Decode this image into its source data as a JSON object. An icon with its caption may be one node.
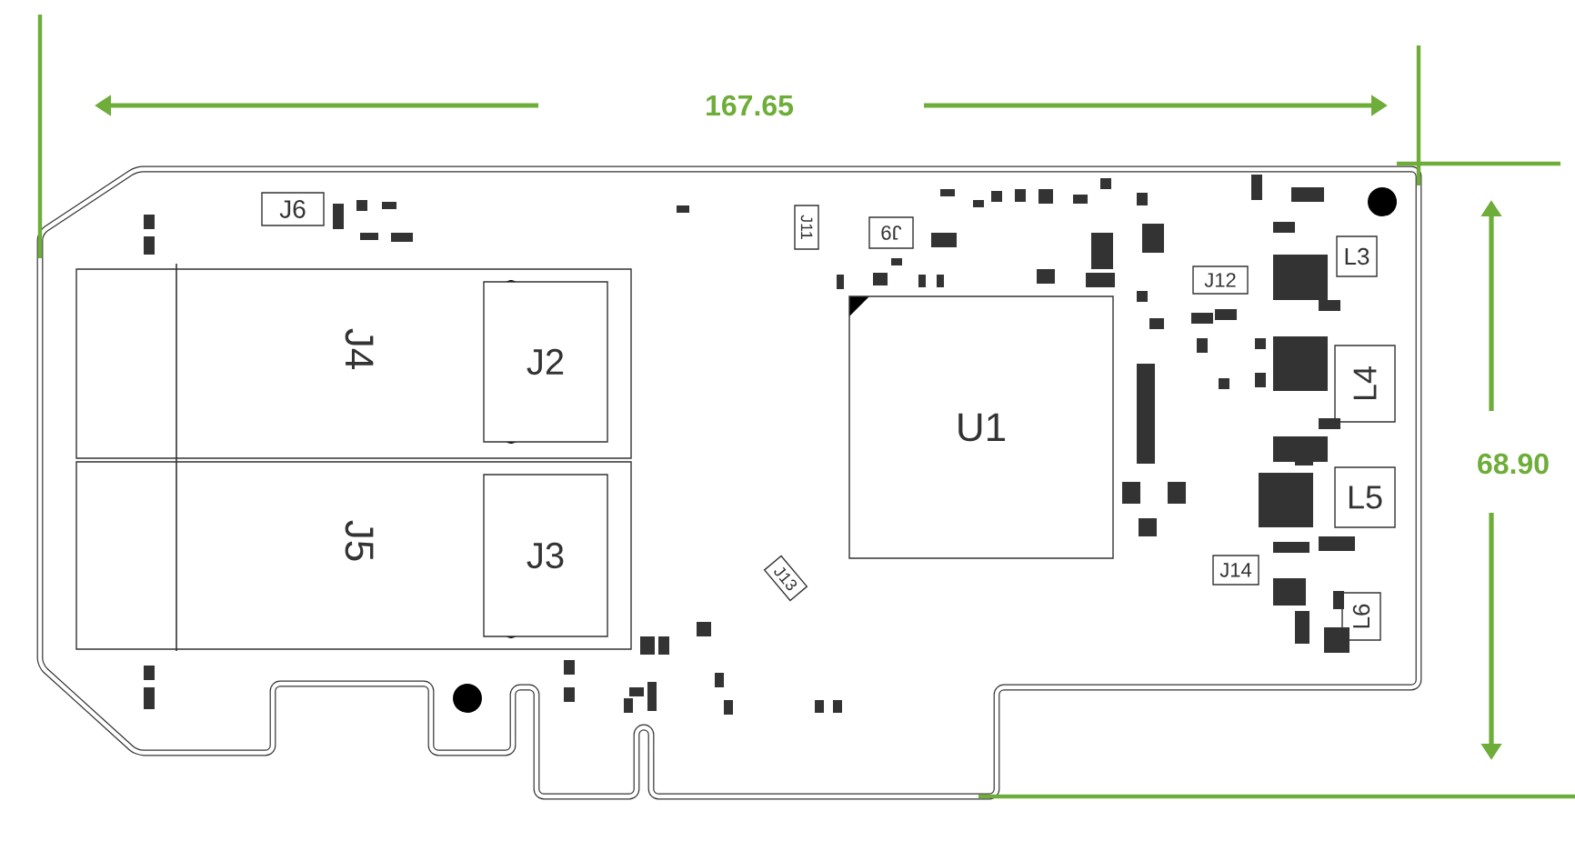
{
  "diagram": {
    "nodes": [
      {
        "text": [
          "J6"
        ]
      },
      {
        "text": [
          "J11"
        ]
      },
      {
        "text": [
          "J9"
        ]
      },
      {
        "text": [
          "J12"
        ]
      },
      {
        "text": [
          "L3"
        ]
      },
      {
        "text": [
          "J4"
        ]
      },
      {
        "text": [
          "J2"
        ],
        "in": 5
      },
      {
        "text": [
          "U1"
        ]
      },
      {
        "text": [
          "L4"
        ]
      },
      {
        "text": [
          "J5"
        ]
      },
      {
        "text": [
          "J3"
        ],
        "in": 9
      },
      {
        "text": [
          "L5"
        ]
      },
      {
        "text": [
          "J13"
        ]
      },
      {
        "text": [
          "J14"
        ]
      },
      {
        "text": [
          "L6"
        ]
      }
    ],
    "labels": [
      "167.65",
      "68.90"
    ]
  }
}
